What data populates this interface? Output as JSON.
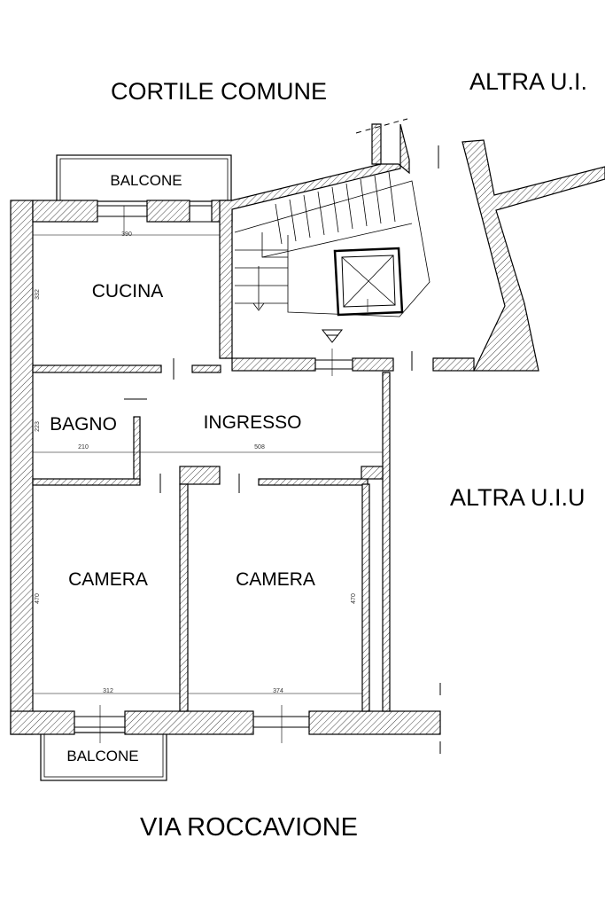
{
  "context": {
    "top": "CORTILE COMUNE",
    "top_right": "ALTRA U.I.",
    "right": "ALTRA U.I.U",
    "bottom": "VIA ROCCAVIONE"
  },
  "rooms": {
    "balcone_top": "BALCONE",
    "cucina": "CUCINA",
    "bagno": "BAGNO",
    "ingresso": "INGRESSO",
    "camera_left": "CAMERA",
    "camera_right": "CAMERA",
    "balcone_bottom": "BALCONE"
  },
  "dimensions": {
    "cucina_width": "390",
    "cucina_height": "332",
    "bagno_height": "223",
    "bagno_width": "210",
    "ingresso_width": "508",
    "camera_left_height": "470",
    "camera_left_width": "312",
    "camera_right_width": "374",
    "camera_right_height": "470"
  }
}
